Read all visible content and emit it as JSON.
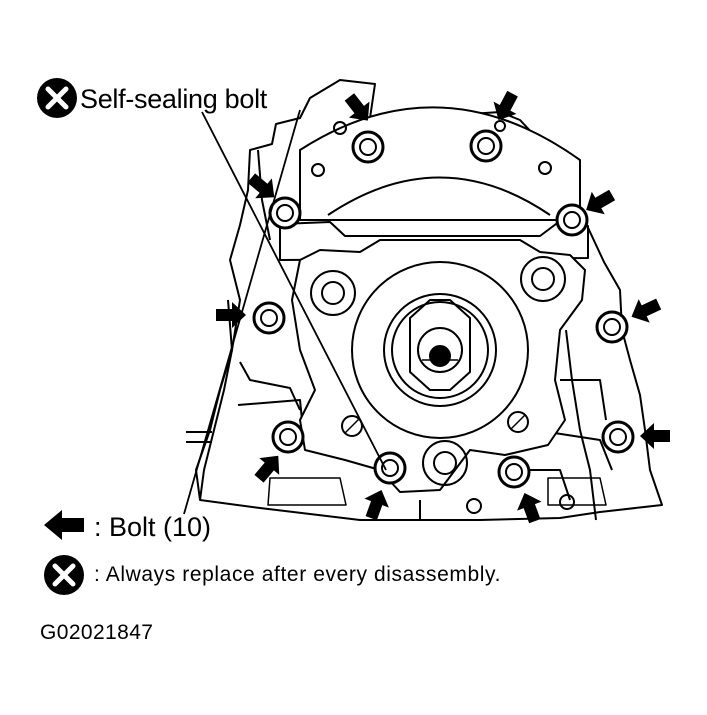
{
  "callout": {
    "label": "Self-sealing bolt"
  },
  "legend": {
    "bolt": ": Bolt (10)",
    "replace": ": Always replace after every disassembly."
  },
  "figure_id": "G02021847",
  "icons": {
    "self_sealing_marker": "circled-x-icon",
    "bolt_marker": "arrow-left-icon"
  }
}
